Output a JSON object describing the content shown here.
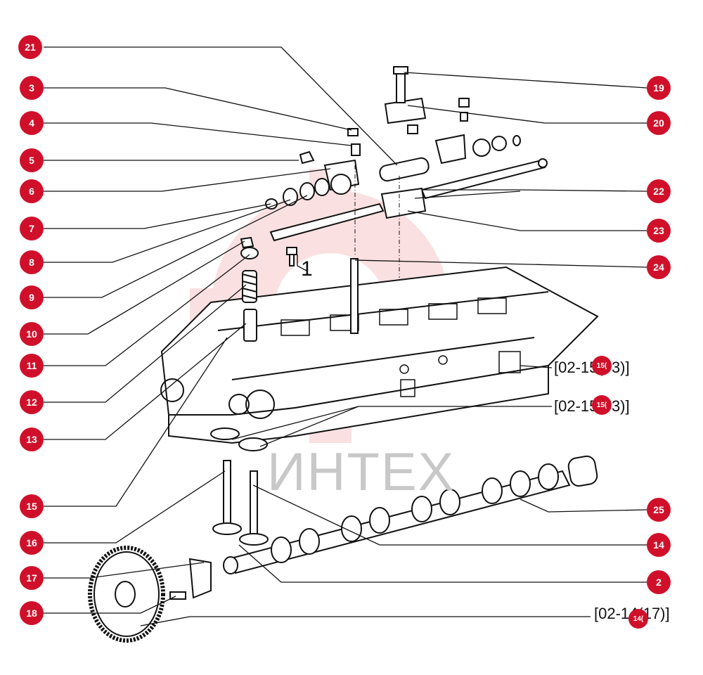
{
  "colors": {
    "badge": "#d0102a",
    "line": "#111111",
    "watermark_gear": "#f2a8a8",
    "watermark_text": "#c8c8c8"
  },
  "watermark_text": "ИНТЕХ",
  "fastener_label": "1",
  "callouts": [
    {
      "id": "21",
      "label": "21"
    },
    {
      "id": "3",
      "label": "3"
    },
    {
      "id": "4",
      "label": "4"
    },
    {
      "id": "5",
      "label": "5"
    },
    {
      "id": "6",
      "label": "6"
    },
    {
      "id": "7",
      "label": "7"
    },
    {
      "id": "8",
      "label": "8"
    },
    {
      "id": "9",
      "label": "9"
    },
    {
      "id": "10",
      "label": "10"
    },
    {
      "id": "11",
      "label": "11"
    },
    {
      "id": "12",
      "label": "12"
    },
    {
      "id": "13",
      "label": "13"
    },
    {
      "id": "15",
      "label": "15"
    },
    {
      "id": "16",
      "label": "16"
    },
    {
      "id": "17",
      "label": "17"
    },
    {
      "id": "18",
      "label": "18"
    },
    {
      "id": "19",
      "label": "19"
    },
    {
      "id": "20",
      "label": "20"
    },
    {
      "id": "22",
      "label": "22"
    },
    {
      "id": "23",
      "label": "23"
    },
    {
      "id": "24",
      "label": "24"
    },
    {
      "id": "25",
      "label": "25"
    },
    {
      "id": "14",
      "label": "14"
    },
    {
      "id": "2",
      "label": "2"
    }
  ],
  "references": [
    {
      "text": "[02-15(03)]",
      "badge": "15("
    },
    {
      "text": "[02-15(03)]",
      "badge": "15("
    },
    {
      "text": "[02-14(17)]",
      "badge": "14("
    }
  ]
}
